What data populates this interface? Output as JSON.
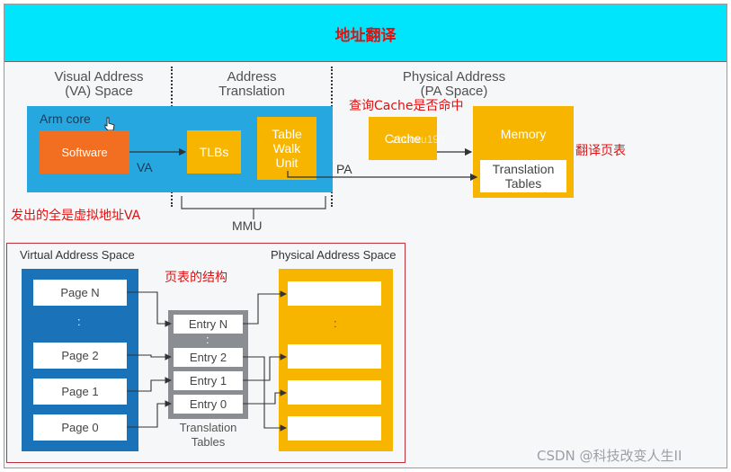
{
  "banner": {
    "title": "地址翻译",
    "bg": "#00e5fb",
    "title_color": "#e01010"
  },
  "top": {
    "va_header": [
      "Visual Address",
      "(VA) Space"
    ],
    "at_header": [
      "Address",
      "Translation"
    ],
    "pa_header": [
      "Physical Address",
      "(PA Space)"
    ],
    "arm_core": "Arm core",
    "software": "Software",
    "va_label": "VA",
    "tlbs": "TLBs",
    "table_walk": [
      "Table",
      "Walk",
      "Unit"
    ],
    "pa_label": "PA",
    "cache": "Cache",
    "watermark": "zhuoxu199",
    "memory": "Memory",
    "translation_tables": [
      "Translation",
      "Tables"
    ],
    "mmu": "MMU"
  },
  "notes": {
    "cache_query": "查询Cache是否命中",
    "translate_pt": "翻译页表",
    "all_va": "发出的全是虚拟地址VA",
    "pt_structure": "页表的结构"
  },
  "bottom": {
    "vas_title": "Virtual Address Space",
    "pas_title": "Physical Address Space",
    "pages": [
      "Page N",
      ":",
      "Page 2",
      "Page 1",
      "Page 0"
    ],
    "entries": [
      "Entry N",
      ":",
      "Entry 2",
      "Entry 1",
      "Entry 0"
    ],
    "pa_dots": ":",
    "tt_label": [
      "Translation",
      "Tables"
    ]
  },
  "footer": {
    "credit": "CSDN @科技改变人生II"
  },
  "colors": {
    "blue": "#26a7df",
    "dark_blue": "#1a73b8",
    "orange": "#f26f22",
    "gold": "#f7b500",
    "gray": "#8a8e93",
    "red": "#e01010"
  }
}
